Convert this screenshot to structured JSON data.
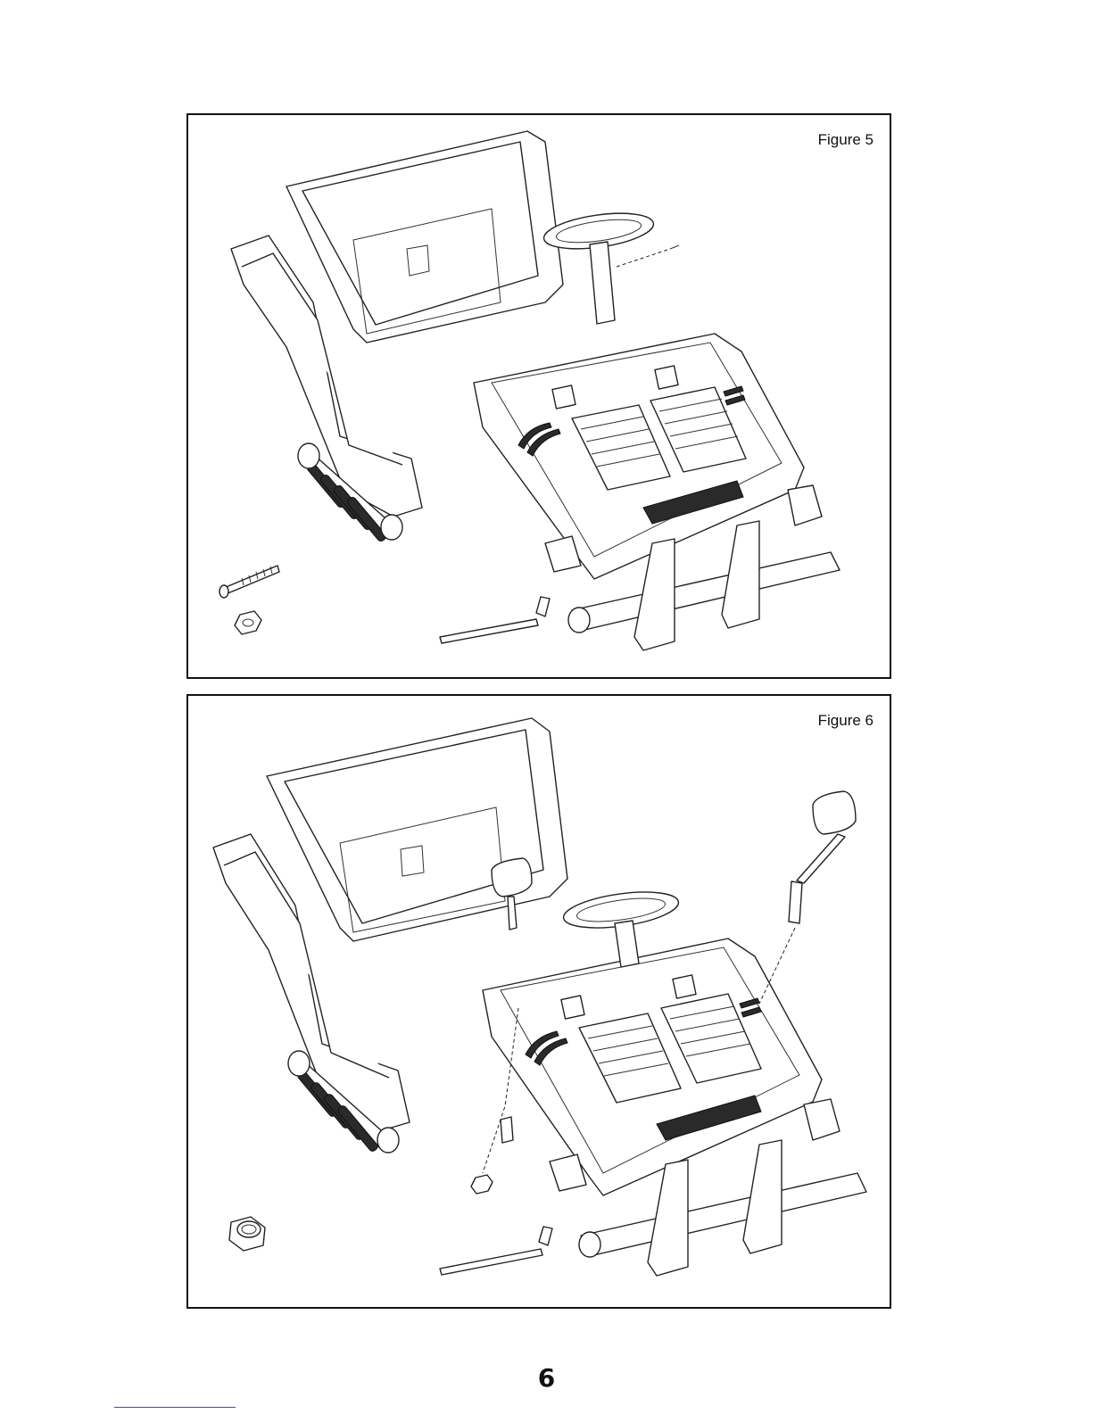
{
  "figures": [
    {
      "label": "Figure 5"
    },
    {
      "label": "Figure 6"
    }
  ],
  "page_number": "6",
  "colors": {
    "ink": "#111111",
    "paper": "#ffffff",
    "footer_link": "#2b4fc8"
  },
  "icons": [
    "vehicle-body-illustration",
    "bolt-icon",
    "nut-icon",
    "steering-wheel-icon",
    "mirror-icon"
  ]
}
